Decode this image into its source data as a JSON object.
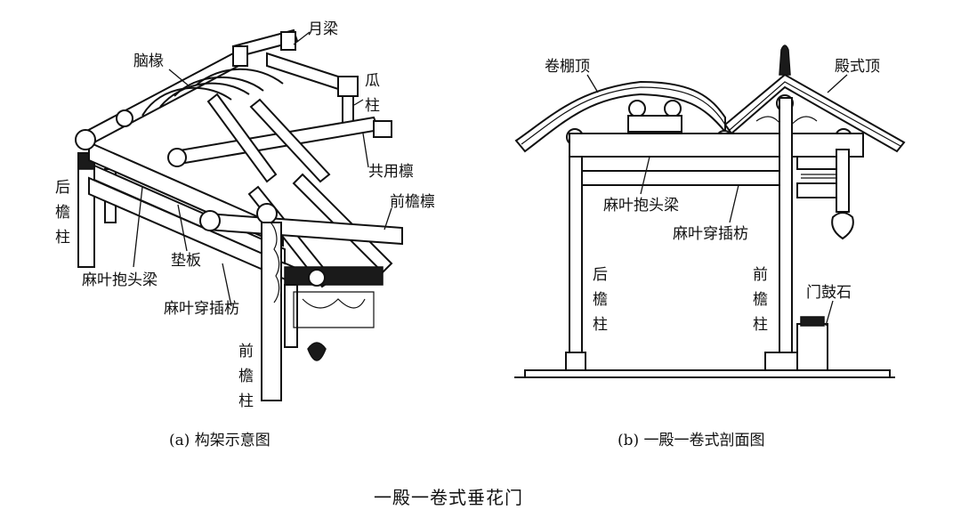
{
  "figure_a": {
    "caption": "(a) 构架示意图",
    "labels": {
      "yueliang": "月梁",
      "naochuan": "脑椽",
      "gua": "瓜",
      "gua_zhu": "柱",
      "gongyong_lin": "共用檩",
      "qianyan_lin": "前檐檩",
      "hou": "后",
      "hou_yan": "檐",
      "hou_zhu": "柱",
      "dianban": "垫板",
      "maye_baotou": "麻叶抱头梁",
      "maye_chuancha": "麻叶穿插枋",
      "qian": "前",
      "qian_yan": "檐",
      "qian_zhu": "柱"
    }
  },
  "figure_b": {
    "caption": "(b) 一殿一卷式剖面图",
    "labels": {
      "juanpeng": "卷棚顶",
      "dianshi": "殿式顶",
      "maye_baotou": "麻叶抱头梁",
      "maye_chuancha": "麻叶穿插枋",
      "hou": "后",
      "hou_yan": "檐",
      "hou_zhu": "柱",
      "qian": "前",
      "qian_yan": "檐",
      "qian_zhu": "柱",
      "mengushi": "门鼓石"
    }
  },
  "main_title": "一殿一卷式垂花门"
}
